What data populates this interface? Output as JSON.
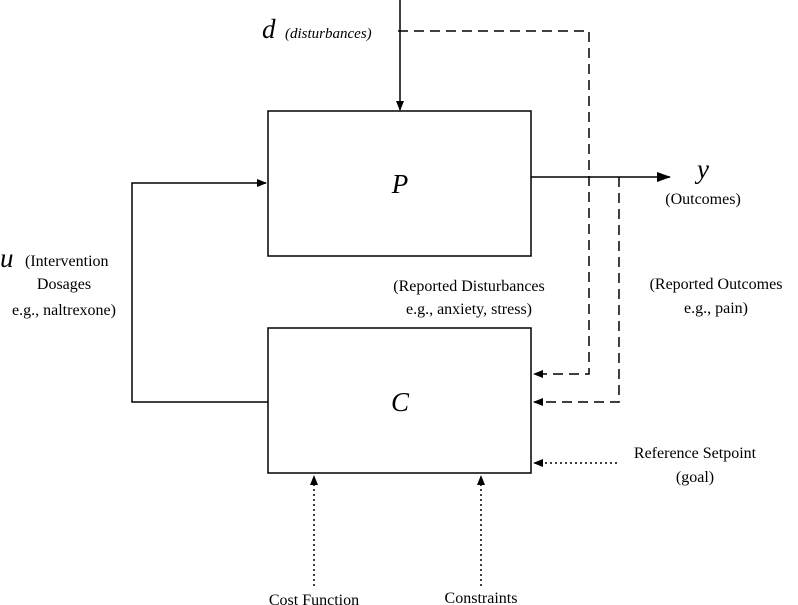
{
  "diagram": {
    "disturbance": {
      "symbol": "d",
      "label": "(disturbances)"
    },
    "plant": {
      "symbol": "P"
    },
    "controller": {
      "symbol": "C"
    },
    "output": {
      "symbol": "y",
      "label": "(Outcomes)"
    },
    "input": {
      "symbol": "u",
      "label_line1": "(Intervention",
      "label_line2": "Dosages",
      "label_line3": "e.g., naltrexone)"
    },
    "reported_disturbances": {
      "line1": "(Reported Disturbances",
      "line2": "e.g., anxiety, stress)"
    },
    "reported_outcomes": {
      "line1": "(Reported Outcomes",
      "line2": "e.g., pain)"
    },
    "reference": {
      "line1": "Reference Setpoint",
      "line2": "(goal)"
    },
    "cost_function": {
      "label": "Cost Function"
    },
    "constraints": {
      "label": "Constraints"
    }
  }
}
